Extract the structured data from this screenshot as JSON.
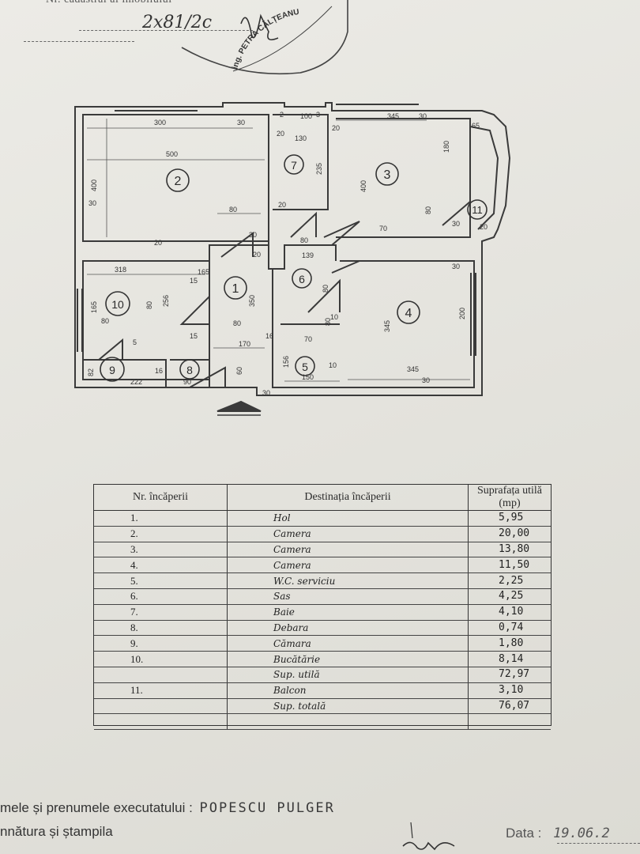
{
  "header": {
    "label": "Nr. cadastral al imobilului",
    "cadastral_number": "2x81/2c",
    "stamp_text": "ing. PETRA CĂLȚEANU"
  },
  "plan": {
    "rooms": [
      {
        "id": "1"
      },
      {
        "id": "2"
      },
      {
        "id": "3"
      },
      {
        "id": "4"
      },
      {
        "id": "5"
      },
      {
        "id": "6"
      },
      {
        "id": "7"
      },
      {
        "id": "8"
      },
      {
        "id": "9"
      },
      {
        "id": "10"
      },
      {
        "id": "11"
      }
    ],
    "dimensions": [
      "300",
      "30",
      "100",
      "345",
      "30",
      "65",
      "500",
      "400",
      "30",
      "2",
      "3",
      "130",
      "20",
      "20",
      "235",
      "180",
      "80",
      "80",
      "400",
      "20",
      "30",
      "20",
      "70",
      "30",
      "20",
      "80",
      "80",
      "20",
      "318",
      "30",
      "256",
      "80",
      "165",
      "139",
      "80",
      "15",
      "10",
      "350",
      "80",
      "165",
      "80",
      "170",
      "15",
      "16",
      "70",
      "345",
      "200",
      "10",
      "156",
      "5",
      "82",
      "222",
      "16",
      "90",
      "60",
      "150",
      "345",
      "30",
      "30"
    ]
  },
  "table": {
    "headers": [
      "Nr. încăperii",
      "Destinația încăperii",
      "Suprafața utilă (mp)"
    ],
    "rows": [
      {
        "nr": "1.",
        "dest": "Hol",
        "area": "5,95"
      },
      {
        "nr": "2.",
        "dest": "Camera",
        "area": "20,00"
      },
      {
        "nr": "3.",
        "dest": "Camera",
        "area": "13,80"
      },
      {
        "nr": "4.",
        "dest": "Camera",
        "area": "11,50"
      },
      {
        "nr": "5.",
        "dest": "W.C. serviciu",
        "area": "2,25"
      },
      {
        "nr": "6.",
        "dest": "Sas",
        "area": "4,25"
      },
      {
        "nr": "7.",
        "dest": "Baie",
        "area": "4,10"
      },
      {
        "nr": "8.",
        "dest": "Debara",
        "area": "0,74"
      },
      {
        "nr": "9.",
        "dest": "Cămara",
        "area": "1,80"
      },
      {
        "nr": "10.",
        "dest": "Bucătărie",
        "area": "8,14"
      },
      {
        "nr": "",
        "dest": "Sup. utilă",
        "area": "72,97"
      },
      {
        "nr": "11.",
        "dest": "Balcon",
        "area": "3,10"
      },
      {
        "nr": "",
        "dest": "Sup. totală",
        "area": "76,07"
      },
      {
        "nr": "",
        "dest": "",
        "area": ""
      }
    ]
  },
  "footer": {
    "name_label": "mele și prenumele executatului :",
    "name_value": "POPESCU PULGER",
    "signature_label": "nnătura și ștampila",
    "date_label": "Data :",
    "date_value": "19.06.2"
  }
}
